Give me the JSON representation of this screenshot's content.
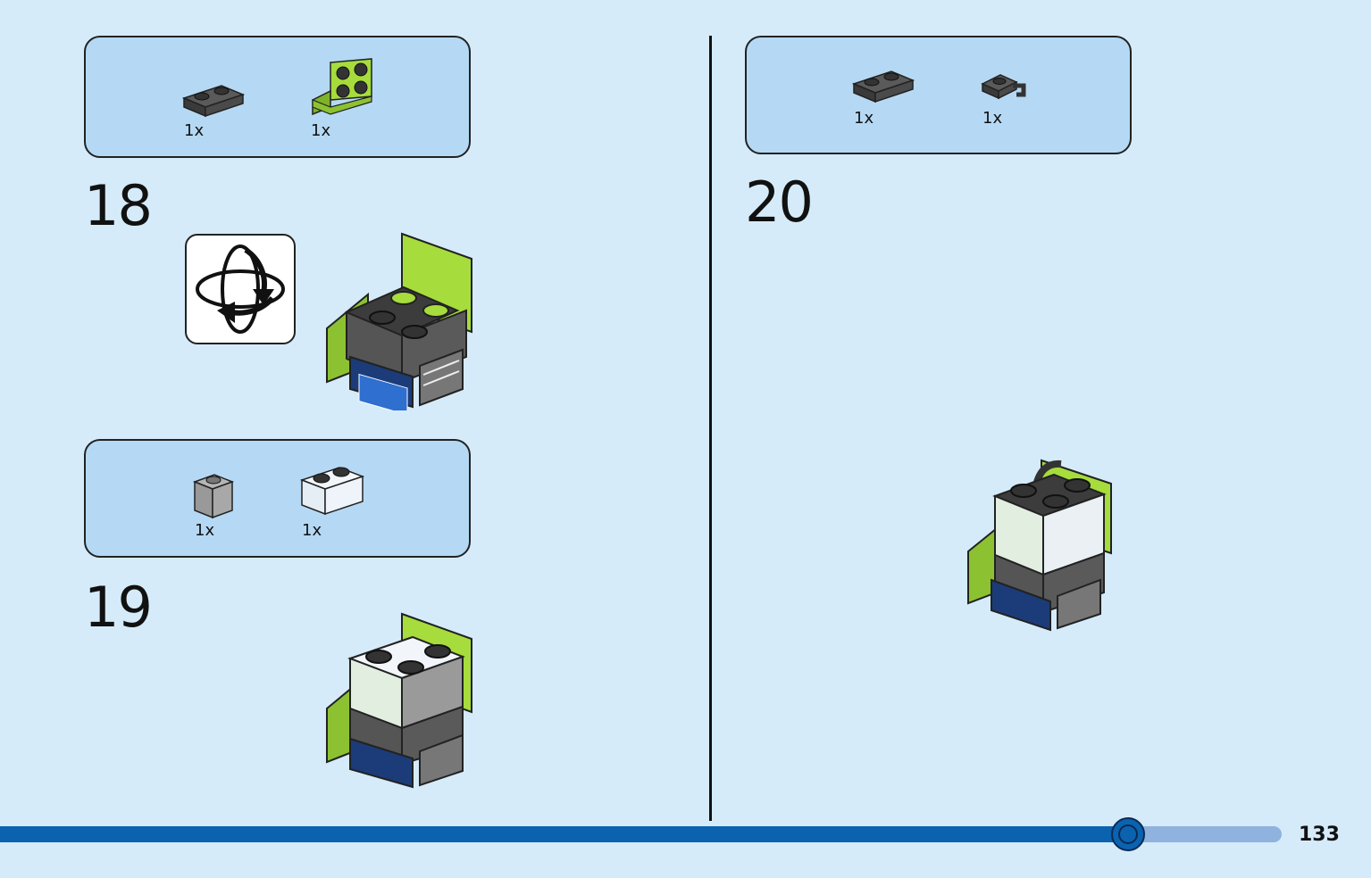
{
  "page_number": "133",
  "progress": 0.88,
  "steps": [
    {
      "number": "18",
      "parts": [
        {
          "qty": "1x",
          "icon": "dark-gray-plate-1x2-icon"
        },
        {
          "qty": "1x",
          "icon": "lime-bracket-plate-icon"
        }
      ]
    },
    {
      "number": "19",
      "parts": [
        {
          "qty": "1x",
          "icon": "gray-brick-1x1-icon"
        },
        {
          "qty": "1x",
          "icon": "clear-brick-1x2-icon"
        }
      ]
    },
    {
      "number": "20",
      "parts": [
        {
          "qty": "1x",
          "icon": "dark-gray-plate-1x2-icon"
        },
        {
          "qty": "1x",
          "icon": "dark-gray-clip-plate-icon"
        }
      ]
    }
  ],
  "colors": {
    "background": "#d5ebf9",
    "parts_box": "#b5d9f4",
    "lime": "#9ad13b",
    "dark_gray": "#4a4a4a",
    "progress": "#0b63b0"
  }
}
